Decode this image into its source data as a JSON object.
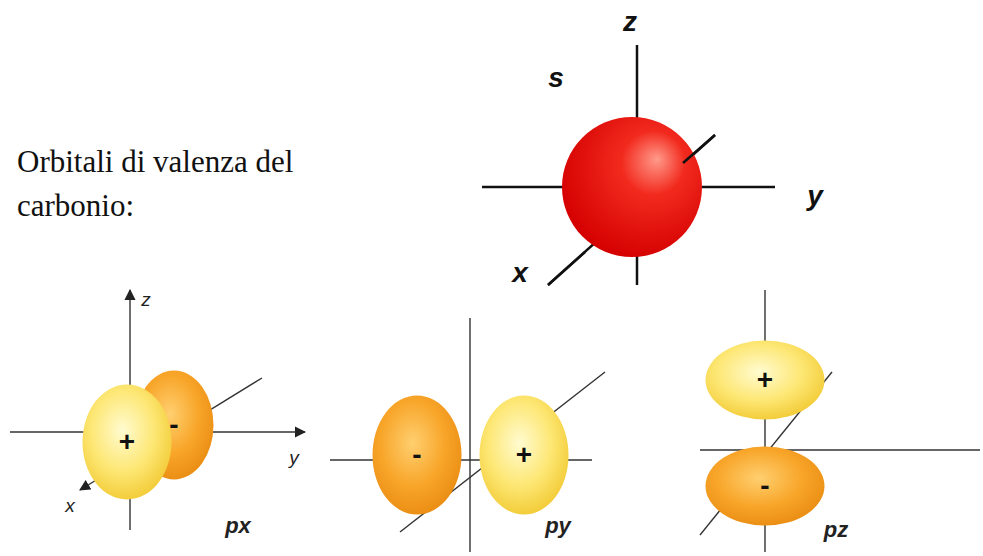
{
  "diagram": {
    "title": "Orbitali di valenza del carbonio:",
    "nodes": [
      {
        "text": [
          "+"
        ]
      },
      {
        "text": [
          "-"
        ]
      },
      {
        "text": [
          "-"
        ]
      },
      {
        "text": [
          "+"
        ]
      },
      {
        "text": [
          "+"
        ]
      },
      {
        "text": [
          "-"
        ]
      }
    ],
    "labels": [
      "z",
      "s",
      "y",
      "x",
      "z",
      "y",
      "x",
      "px",
      "py",
      "pz"
    ]
  }
}
